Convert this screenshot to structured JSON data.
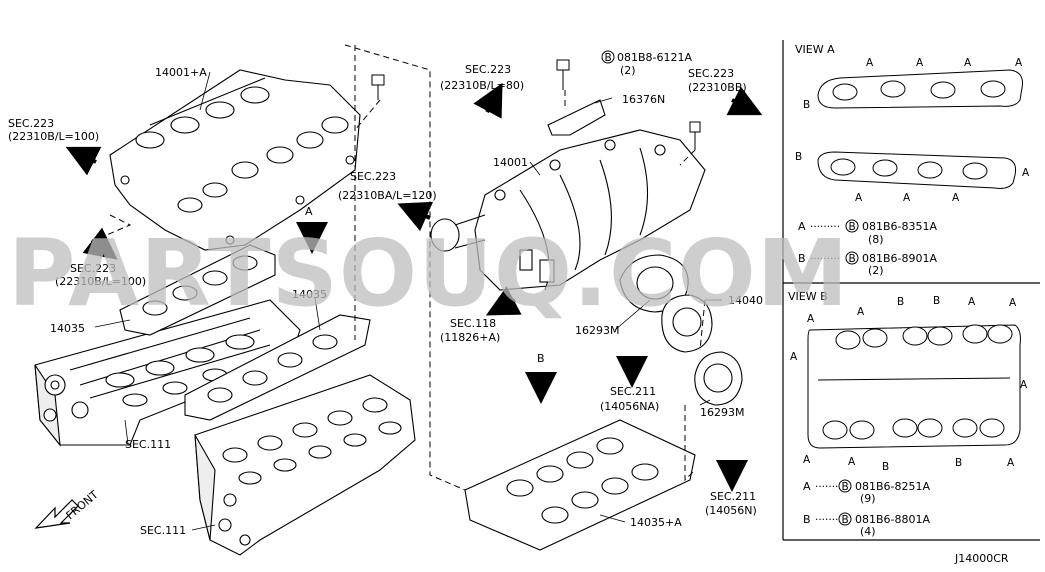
{
  "diagram_code": "J14000CR",
  "watermark": "PARTSOUQ.COM",
  "direction": "FRONT",
  "labels": {
    "p14001A": "14001+A",
    "p14001": "14001",
    "p16376N": "16376N",
    "p14035_left": "14035",
    "p14035_mid": "14035",
    "p14035A": "14035+A",
    "p14040": "14040",
    "p16293M_a": "16293M",
    "p16293M_b": "16293M",
    "sec223_tl_1": "SEC.223",
    "sec223_tl_2": "(22310B/L=100)",
    "sec223_ml_1": "SEC.223",
    "sec223_ml_2": "(22310B/L=100)",
    "sec223_c_1": "SEC.223",
    "sec223_c_2": "(22310BA/L=120)",
    "sec223_t_1": "SEC.223",
    "sec223_t_2": "(22310B/L=80)",
    "sec223_tr_1": "SEC.223",
    "sec223_tr_2": "(22310BB)",
    "bolt_top_1": "081B8-6121A",
    "bolt_top_2": "(2)",
    "sec118_1": "SEC.118",
    "sec118_2": "(11826+A)",
    "sec111_a": "SEC.111",
    "sec111_b": "SEC.111",
    "sec211_a_1": "SEC.211",
    "sec211_a_2": "(14056NA)",
    "sec211_b_1": "SEC.211",
    "sec211_b_2": "(14056N)",
    "arrow_A": "A",
    "arrow_B": "B"
  },
  "view_a": {
    "title": "VIEW A",
    "legend": [
      {
        "key": "A",
        "part": "081B6-8351A",
        "qty": "(8)"
      },
      {
        "key": "B",
        "part": "081B6-8901A",
        "qty": "(2)"
      }
    ]
  },
  "view_b": {
    "title": "VIEW B",
    "legend": [
      {
        "key": "A",
        "part": "081B6-8251A",
        "qty": "(9)"
      },
      {
        "key": "B",
        "part": "081B6-8801A",
        "qty": "(4)"
      }
    ]
  },
  "bolt_marker": "B"
}
